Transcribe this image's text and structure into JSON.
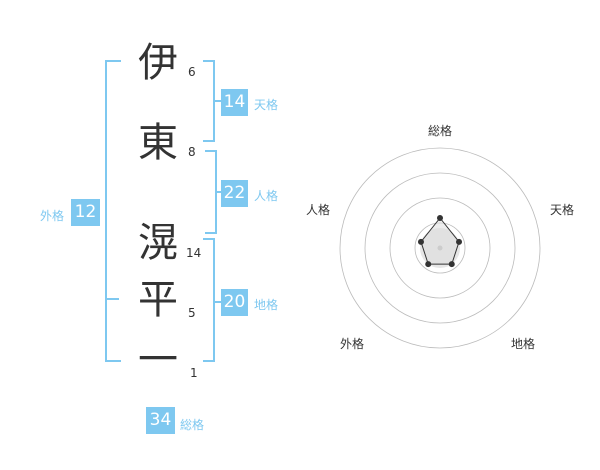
{
  "name_chars": [
    {
      "char": "伊",
      "strokes": "6"
    },
    {
      "char": "東",
      "strokes": "8"
    },
    {
      "char": "滉",
      "strokes": "14"
    },
    {
      "char": "平",
      "strokes": "5"
    },
    {
      "char": "一",
      "strokes": "1"
    }
  ],
  "kakusu": {
    "tenkaku": {
      "value": "14",
      "label": "天格"
    },
    "jinkaku": {
      "value": "22",
      "label": "人格"
    },
    "chikaku": {
      "value": "20",
      "label": "地格"
    },
    "gaikaku": {
      "value": "12",
      "label": "外格"
    },
    "soukaku": {
      "value": "34",
      "label": "総格"
    }
  },
  "chart_data": {
    "type": "radar",
    "axes": [
      "総格",
      "天格",
      "地格",
      "外格",
      "人格"
    ],
    "rings": 4,
    "values": [
      0.3,
      0.2,
      0.2,
      0.2,
      0.2
    ]
  },
  "colors": {
    "accent": "#7ec8f0",
    "text": "#333333",
    "ring": "#bbbbbb"
  }
}
